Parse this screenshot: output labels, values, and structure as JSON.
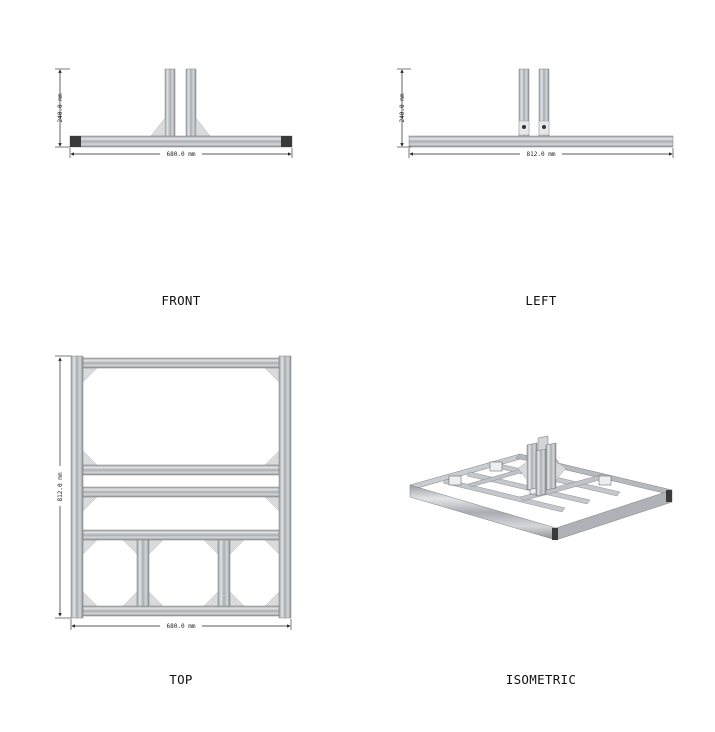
{
  "views": {
    "front": {
      "label": "FRONT",
      "width_dim": "680.0 mm",
      "height_dim": "240.0 mm"
    },
    "left": {
      "label": "LEFT",
      "width_dim": "812.0 mm",
      "height_dim": "240.0 mm"
    },
    "top": {
      "label": "TOP",
      "width_dim": "680.0 mm",
      "height_dim": "812.0 mm"
    },
    "isometric": {
      "label": "ISOMETRIC"
    }
  },
  "colors": {
    "extrusion": "#b9bdc1",
    "extrusion_dark": "#8f9397",
    "extrusion_light": "#dfe2e5",
    "bracket": "#d8dadc",
    "end_cap": "#3a3a3a",
    "dimension_line": "#222222"
  }
}
